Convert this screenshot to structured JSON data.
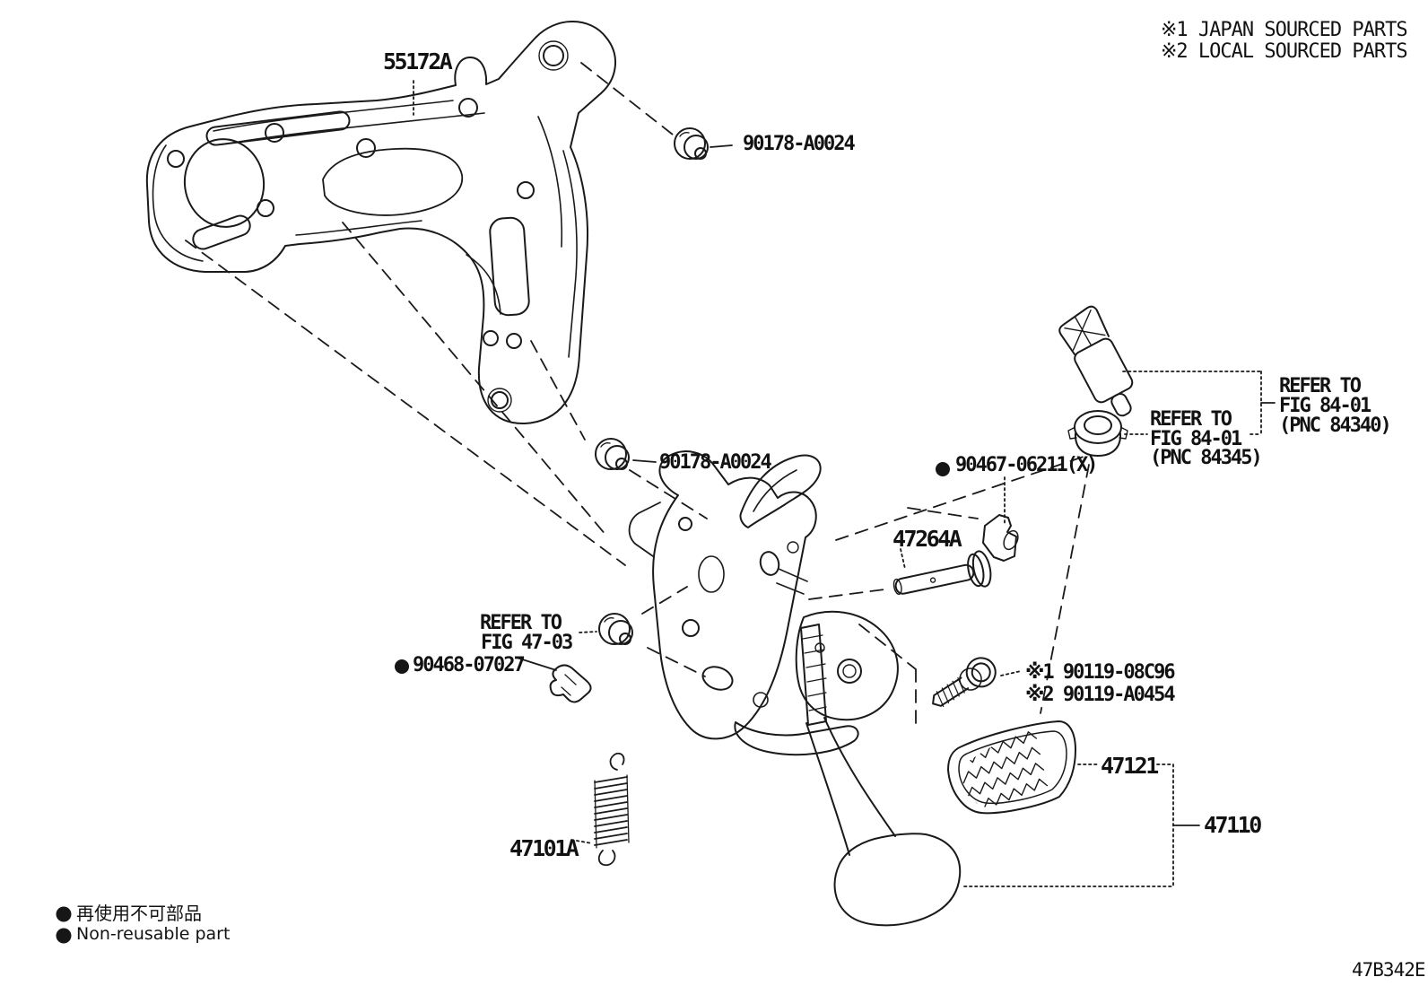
{
  "page": {
    "background": "#ffffff",
    "line_color": "#1a1a1a",
    "figure_code": "47B342E"
  },
  "notes": {
    "n1": "※1 JAPAN SOURCED PARTS",
    "n2": "※2 LOCAL SOURCED PARTS"
  },
  "parts": {
    "bracket": "55172A",
    "nut_upper": "90178-A0024",
    "nut_middle": "90178-A0024",
    "clip_switch": "90467-06211(X)",
    "pin": "47264A",
    "clip_lower": "90468-07027",
    "bolt_line1": "※1 90119-08C96",
    "bolt_line2": "※2 90119-A0454",
    "pad": "47121",
    "pedal_assembly": "47110",
    "spring": "47101A"
  },
  "refs": {
    "fig4703": {
      "l1": "REFER TO",
      "l2": "FIG 47-03"
    },
    "pnc84340": {
      "l1": "REFER TO",
      "l2": "FIG 84-01",
      "l3": "(PNC 84340)"
    },
    "pnc84345": {
      "l1": "REFER TO",
      "l2": "FIG 84-01",
      "l3": "(PNC 84345)"
    }
  },
  "legend": {
    "jp": "再使用不可部品",
    "en": "Non-reusable part"
  }
}
